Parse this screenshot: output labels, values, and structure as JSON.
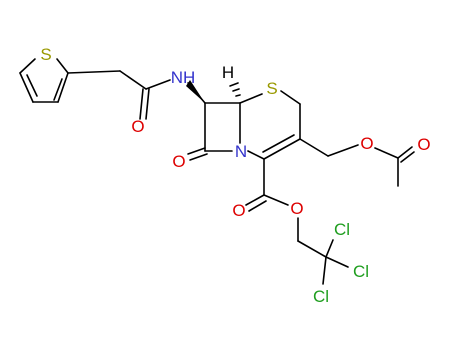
{
  "colors": {
    "bond": "#000000",
    "S": "#999900",
    "N": "#3333cc",
    "O": "#dd0000",
    "Cl": "#1f9e1f",
    "H": "#000000"
  },
  "atoms": {
    "s_thiophene": "S",
    "s_ring": "S",
    "nh": "NH",
    "n_ring": "N",
    "h_stereo": "H",
    "o_amide": "O",
    "o_lactam": "O",
    "o_acetoxy_ether": "O",
    "o_acetoxy_carbonyl": "O",
    "o_ester_carbonyl": "O",
    "o_ester_ether": "O",
    "cl_1": "Cl",
    "cl_2": "Cl",
    "cl_3": "Cl"
  }
}
